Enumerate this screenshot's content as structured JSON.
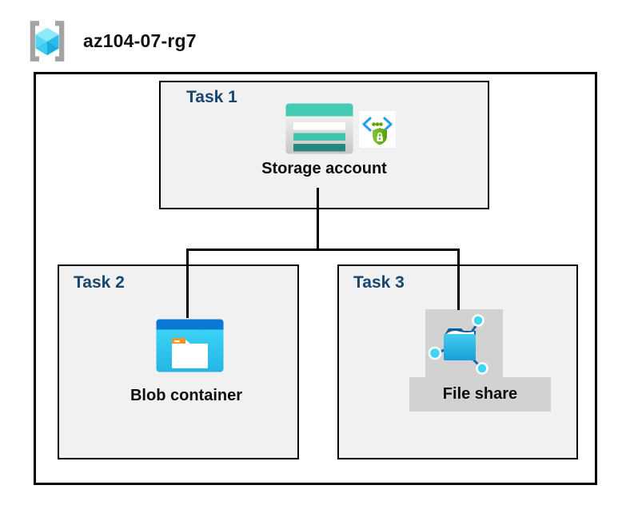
{
  "resource_group": {
    "name": "az104-07-rg7",
    "icon": "resource-group-icon"
  },
  "tasks": [
    {
      "label": "Task 1",
      "resource": "Storage account",
      "icons": [
        "storage-account-icon",
        "secure-access-icon"
      ]
    },
    {
      "label": "Task 2",
      "resource": "Blob container",
      "icons": [
        "blob-container-icon"
      ]
    },
    {
      "label": "Task 3",
      "resource": "File share",
      "icons": [
        "file-share-icon"
      ]
    }
  ],
  "connections": [
    {
      "from": "Storage account",
      "to": "Blob container"
    },
    {
      "from": "Storage account",
      "to": "File share"
    }
  ],
  "colors": {
    "task_label": "#17466E",
    "task_box_fill": "#F1F1F1",
    "border": "#000000",
    "highlight_gray": "#D2D2D2",
    "teal": "#45CAB3",
    "teal_dark": "#26887C",
    "blue": "#0B79D4",
    "cyan": "#3FD5F5",
    "green": "#57A304",
    "orange": "#F7941D"
  }
}
